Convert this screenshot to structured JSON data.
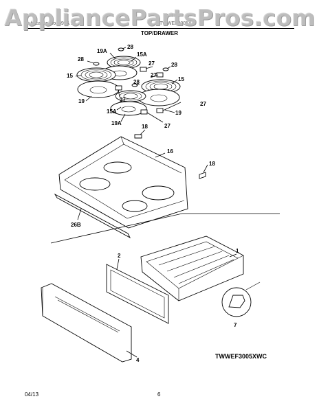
{
  "watermark": "AppliancePartsPros.com",
  "header": {
    "left": "Publication No. 5995...",
    "right": "TWWEF3005X..."
  },
  "title": "TOP/DRAWER",
  "model": "TWWEF3005XWC",
  "footer": {
    "date": "04/13",
    "page": "6"
  },
  "callouts": {
    "c28a": "28",
    "c19Aa": "19A",
    "c15Aa": "15A",
    "c28b": "28",
    "c27a": "27",
    "c28c": "28",
    "c15a": "15",
    "c27b": "27",
    "c28d": "28",
    "c15b": "15",
    "c19a": "19",
    "c27c": "27",
    "c27d": "27",
    "c15Ab": "15A",
    "c19b": "19",
    "c19Ab": "19A",
    "c27e": "27",
    "c18a": "18",
    "c16": "16",
    "c18b": "18",
    "c26B": "26B",
    "c1": "1",
    "c2": "2",
    "c7": "7",
    "c4": "4"
  }
}
